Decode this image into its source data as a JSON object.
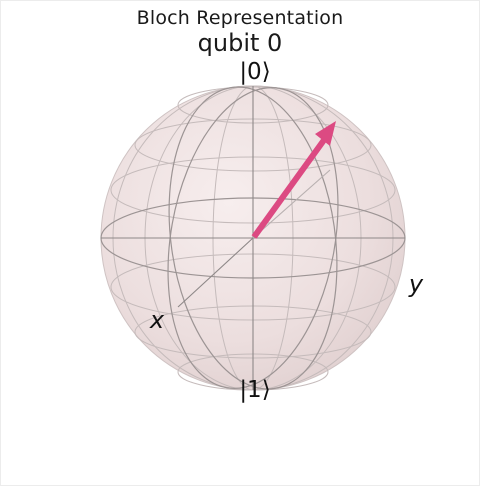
{
  "figure": {
    "title": "Bloch Representation",
    "subtitle": "qubit 0"
  },
  "axes": {
    "top_label": "|0⟩",
    "bottom_label": "|1⟩",
    "x_label": "x",
    "y_label": "y"
  },
  "colors": {
    "sphere_fill": "#ecdcdc",
    "wireframe": "#b4acac",
    "axis_line": "#8a8a8a",
    "equator": "#9a9a9a",
    "state_vector": "#dc4a82"
  }
}
